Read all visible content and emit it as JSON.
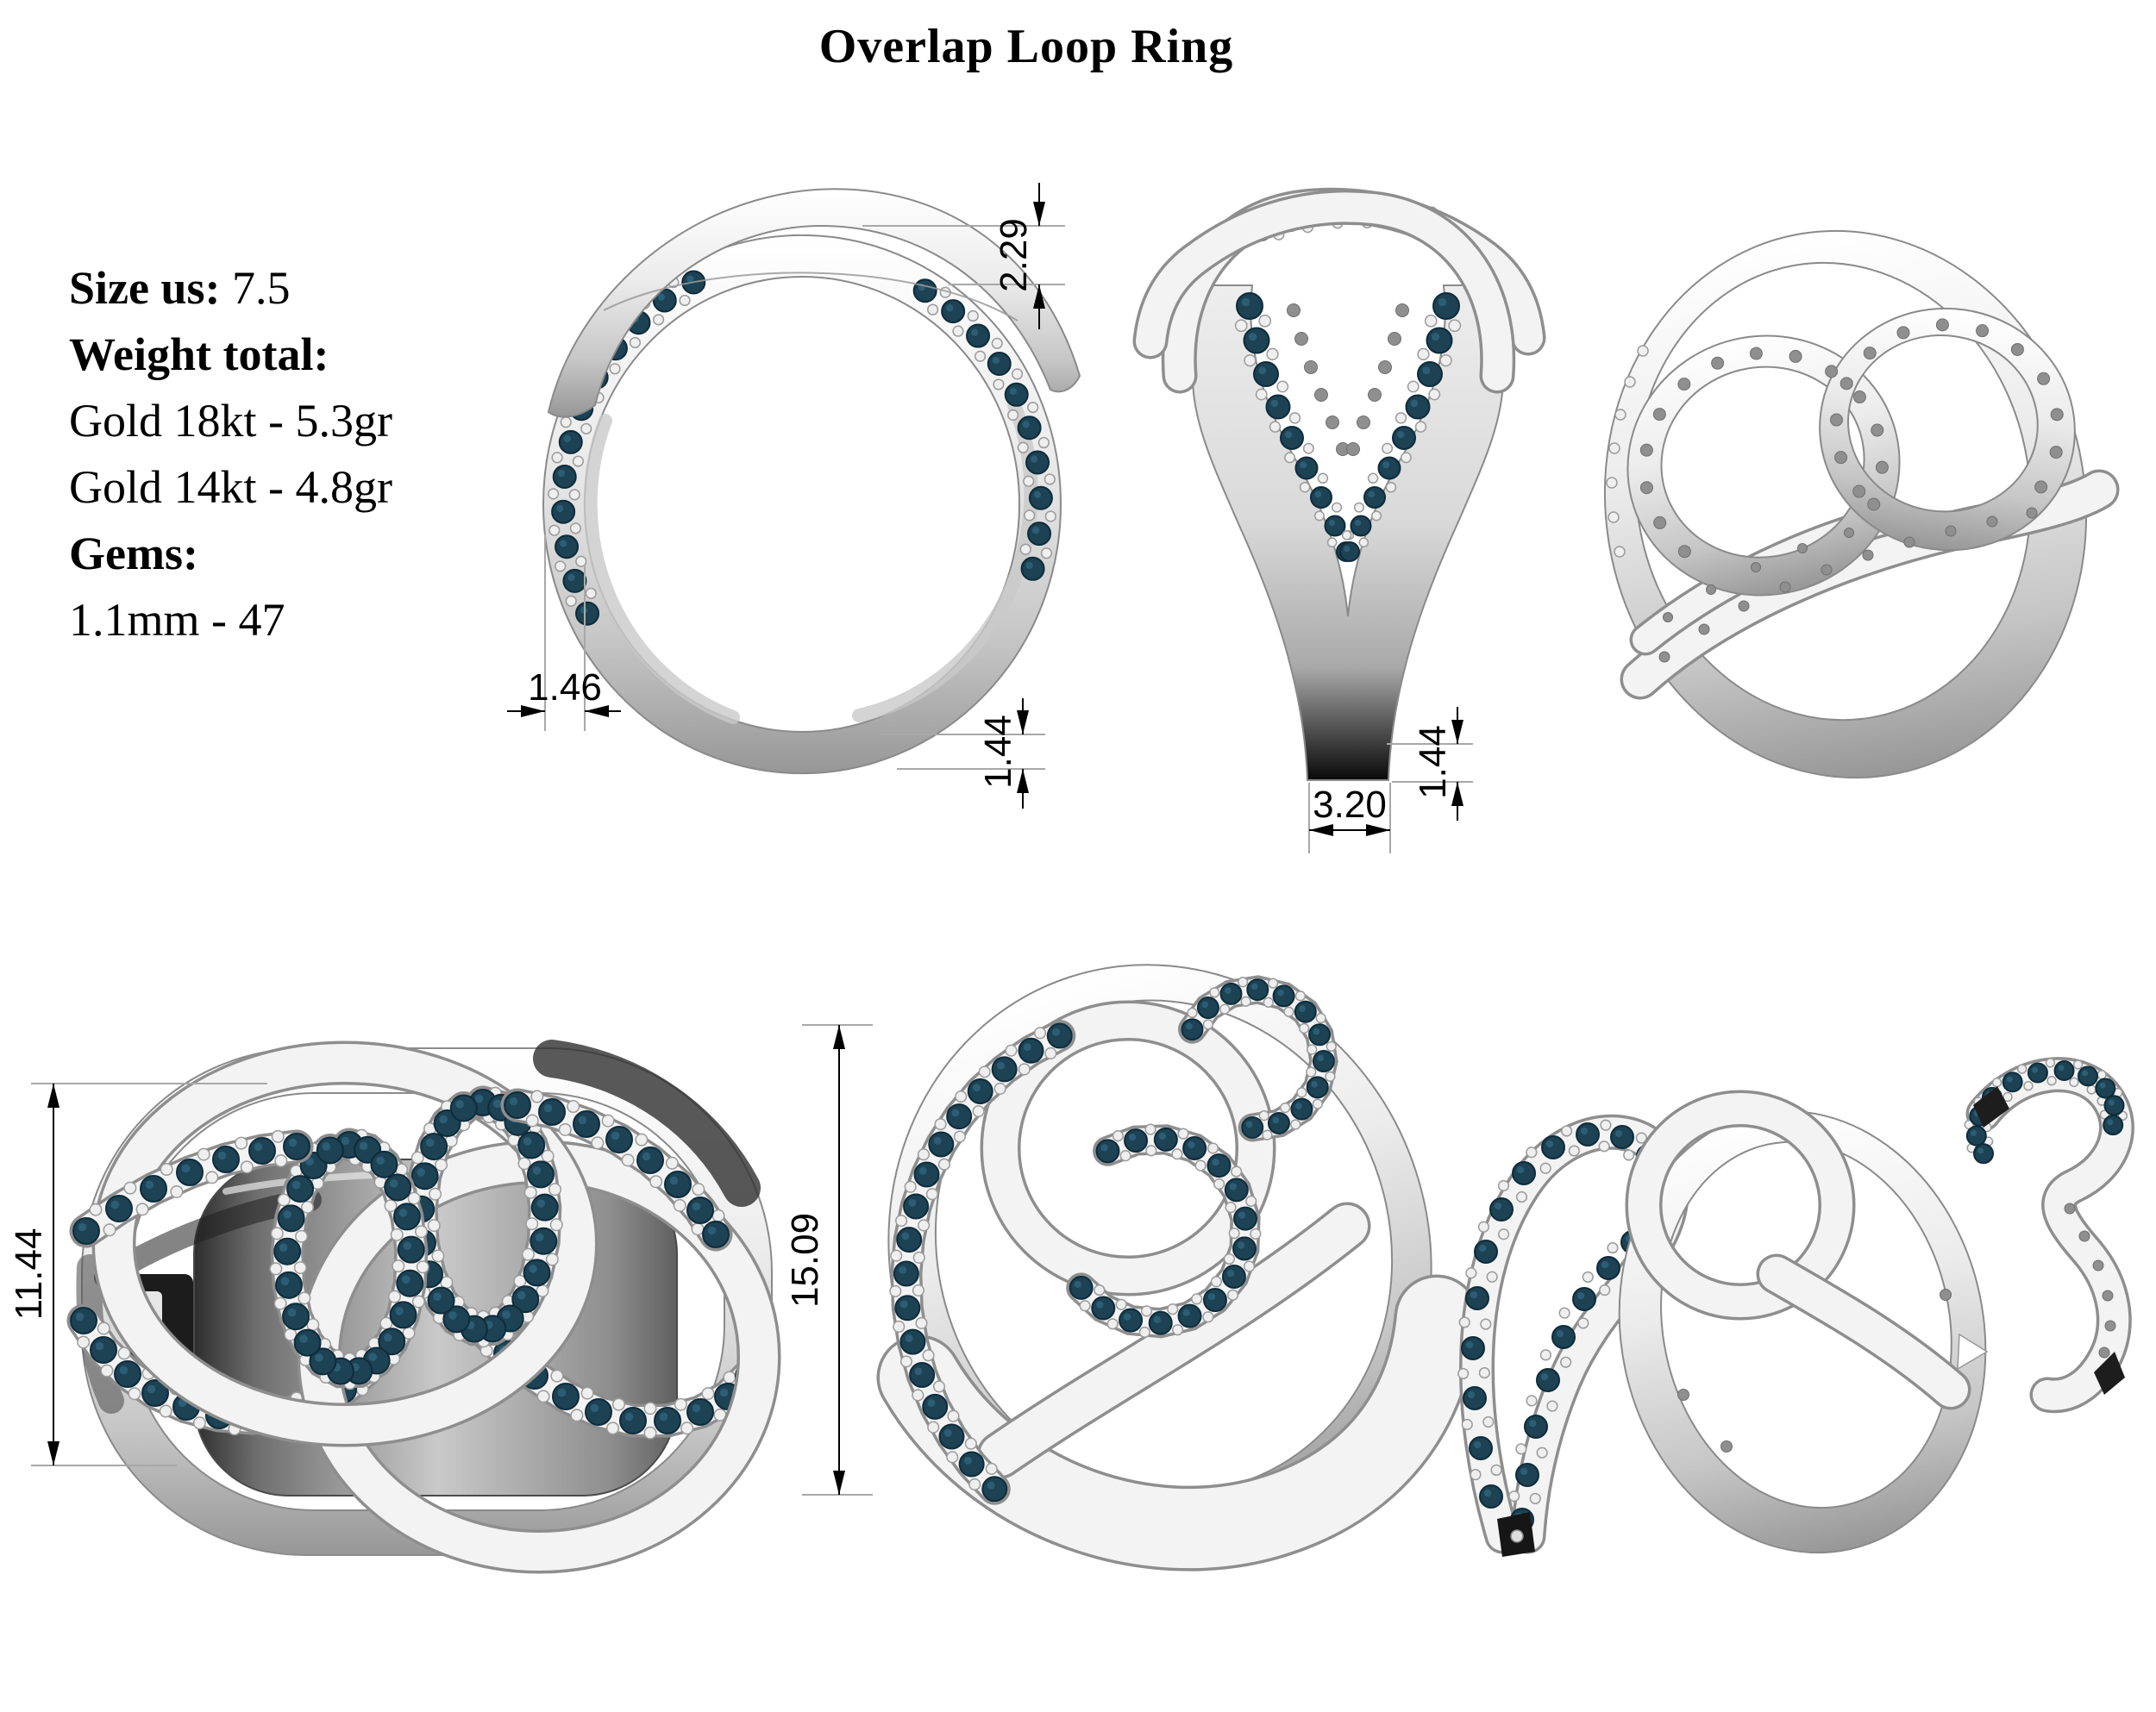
{
  "title": "Overlap Loop Ring",
  "specs": {
    "size_label": "Size us:",
    "size_value": "7.5",
    "weight_label": "Weight total:",
    "weight_18kt": "Gold 18kt - 5.3gr",
    "weight_14kt": "Gold 14kt - 4.8gr",
    "gems_label": "Gems:",
    "gems_count": "1.1mm - 47"
  },
  "dimensions": {
    "front_band_top": "2.29",
    "front_band_left": "1.46",
    "front_band_bottom": "1.44",
    "side_shank_width": "3.20",
    "side_shank_thickness": "1.44",
    "top_view_height": "11.44",
    "top_view_length": "15.09"
  },
  "colors": {
    "gem": "#1c4254",
    "gem_edge": "#0e2b3a",
    "gem_highlight": "#2f6078",
    "bead": "#efefef",
    "bead_edge": "#9b9b9b",
    "hole": "#8f8f8f",
    "metal_light": "#f3f3f3",
    "metal_shadow": "#8e8e8e",
    "dimension": "#000000",
    "extension_line": "#a8a8a8",
    "background": "#ffffff"
  }
}
